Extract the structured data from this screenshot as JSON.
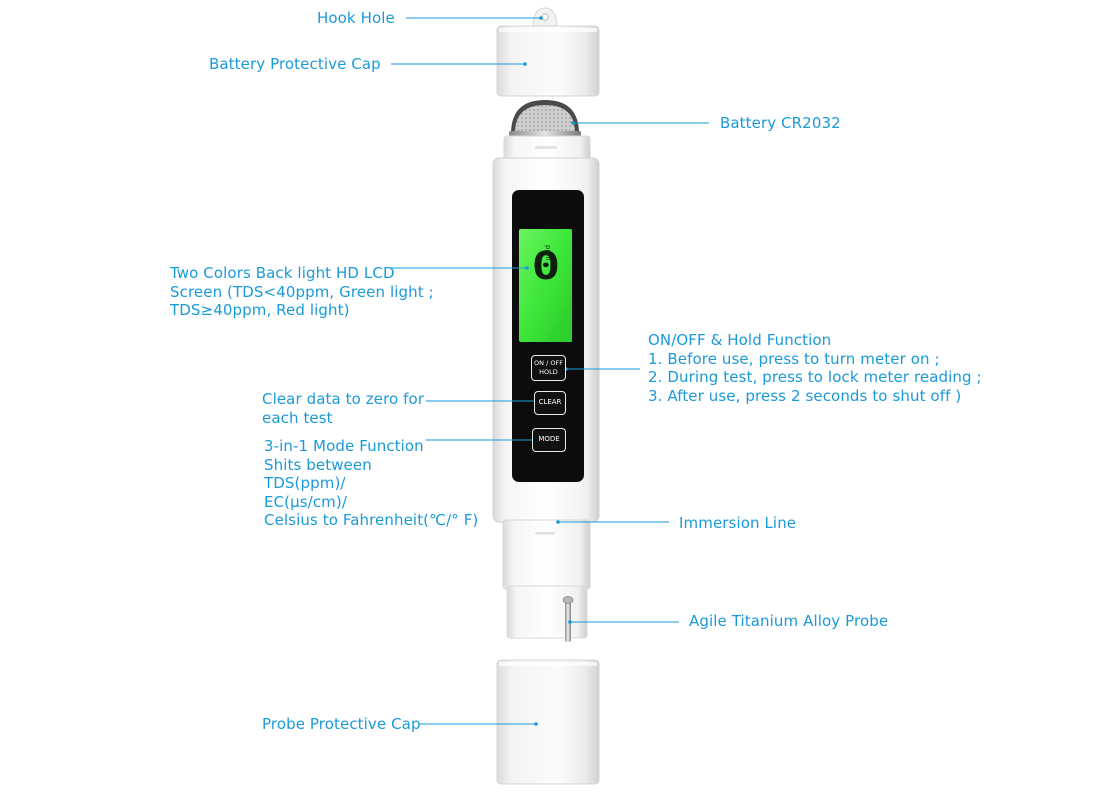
{
  "labels": {
    "hook_hole": "Hook Hole",
    "battery_cap": "Battery Protective Cap",
    "battery": "Battery CR2032",
    "lcd": [
      "Two Colors Back light HD LCD",
      "Screen (TDS<40ppm, Green light ;",
      "TDS≥40ppm, Red light)"
    ],
    "onoff": [
      "ON/OFF & Hold Function",
      "1. Before use, press to turn meter on ;",
      "2. During test, press to lock meter reading ;",
      "3. After use, press 2 seconds to shut off )"
    ],
    "clear": [
      "Clear data to zero for",
      "each test"
    ],
    "mode": [
      "3-in-1 Mode Function",
      "Shits between",
      "TDS(ppm)/",
      "EC(μs/cm)/",
      "Celsius to Fahrenheit(℃/° F)"
    ],
    "immersion": "Immersion Line",
    "probe": "Agile Titanium Alloy Probe",
    "probe_cap": "Probe Protective Cap"
  },
  "device": {
    "lcd_reading": "0",
    "lcd_unit": "ppm",
    "buttons": {
      "onoff_line1": "ON / OFF",
      "onoff_line2": "HOLD",
      "clear": "CLEAR",
      "mode": "MODE"
    }
  },
  "colors": {
    "accent": "#1a9ad9",
    "lcd_green": "#3ee63a",
    "body_white": "#f7f7f7",
    "panel_black": "#0c0c0c"
  }
}
